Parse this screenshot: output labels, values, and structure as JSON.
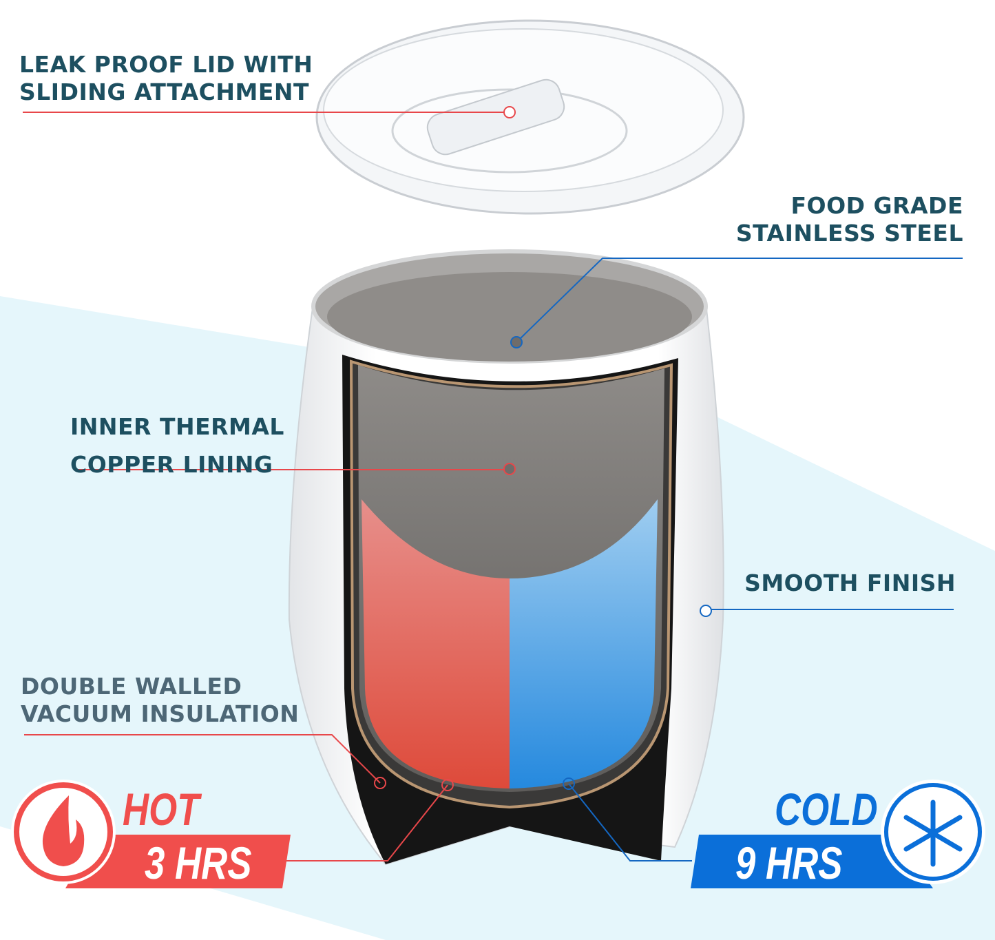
{
  "callouts": {
    "lid": {
      "line1": "LEAK PROOF LID WITH",
      "line2": "SLIDING ATTACHMENT"
    },
    "steel": {
      "line1": "FOOD GRADE",
      "line2": "STAINLESS STEEL"
    },
    "copper": {
      "line1": "INNER THERMAL",
      "line2": "COPPER LINING"
    },
    "finish": {
      "line1": "SMOOTH FINISH"
    },
    "vacuum": {
      "line1": "DOUBLE WALLED",
      "line2": "VACUUM INSULATION"
    }
  },
  "hot": {
    "label": "HOT",
    "duration": "3 HRS",
    "icon": "flame-icon",
    "color": "#f04e4c"
  },
  "cold": {
    "label": "COLD",
    "duration": "9 HRS",
    "icon": "snowflake-icon",
    "color": "#0b6fd9"
  },
  "colors": {
    "text": "#1d4f60",
    "background_band": "#e5f6fb",
    "red_line": "#e8474a",
    "blue_line": "#1467c2"
  }
}
